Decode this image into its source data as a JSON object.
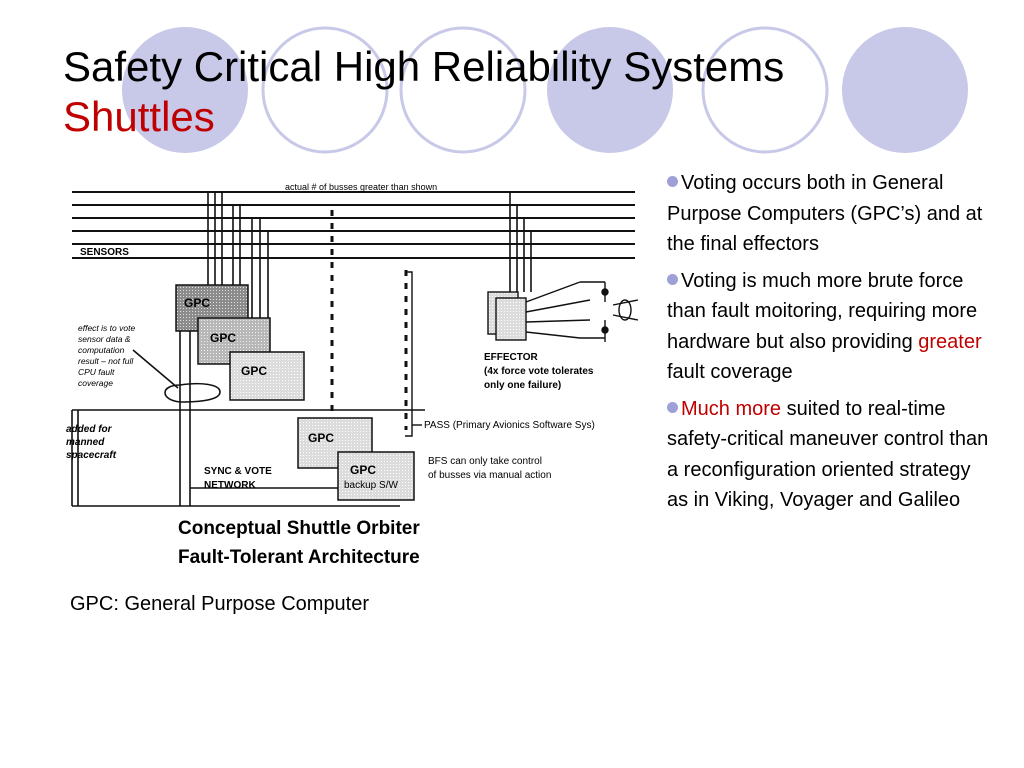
{
  "slide": {
    "title_line1": "Safety Critical High Reliability Systems",
    "title_line2": "Shuttles",
    "accent_color": "#c00000",
    "decoration_color": "#c8c8e8"
  },
  "diagram": {
    "top_label": "actual # of busses greater than shown",
    "sensors_label": "SENSORS",
    "gpc_label": "GPC",
    "gpc_backup_label": "backup S/W",
    "effect_note": [
      "effect is to vote",
      "sensor data &",
      "computation",
      "result – not full",
      "CPU fault",
      "coverage"
    ],
    "manned_note": [
      "added for",
      "manned",
      "spacecraft"
    ],
    "sync_label": [
      "SYNC & VOTE",
      "NETWORK"
    ],
    "effector_label": [
      "EFFECTOR",
      "(4x force vote tolerates",
      "only one failure)"
    ],
    "pass_label": "PASS (Primary Avionics Software Sys)",
    "bfs_label": [
      "BFS can only take control",
      "of busses via manual action"
    ]
  },
  "caption": {
    "line1": "Conceptual Shuttle Orbiter",
    "line2": "Fault-Tolerant Architecture"
  },
  "note": "GPC: General Purpose Computer",
  "bullets": [
    {
      "pre": "Voting occurs both in General Purpose Computers (GPC’s) and at the final effectors",
      "highlight": "",
      "post": ""
    },
    {
      "pre": "Voting is much more brute force than fault moitoring, requiring more hardware but also providing ",
      "highlight": "greater",
      "post": " fault coverage"
    },
    {
      "pre": "",
      "highlight": "Much more",
      "post": " suited to real-time safety-critical maneuver control  than a reconfiguration oriented strategy as in Viking, Voyager and Galileo"
    }
  ]
}
